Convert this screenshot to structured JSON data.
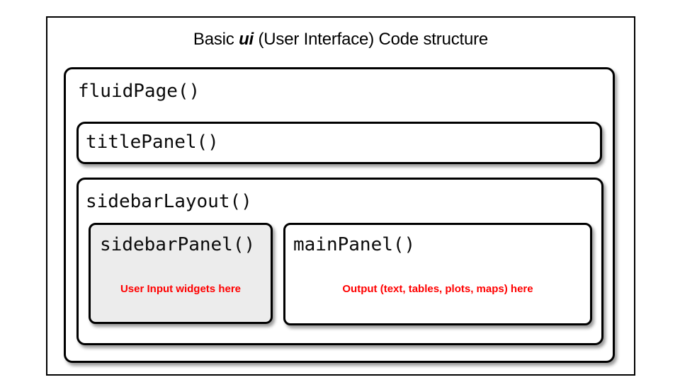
{
  "slide": {
    "title": {
      "prefix": "Basic ",
      "emphasis": "ui",
      "suffix": " (User Interface) Code structure"
    }
  },
  "diagram": {
    "fluid_page": {
      "label": "fluidPage()"
    },
    "title_panel": {
      "label": "titlePanel()"
    },
    "sidebar_layout": {
      "label": "sidebarLayout()"
    },
    "sidebar_panel": {
      "label": "sidebarPanel()",
      "note": "User Input widgets here"
    },
    "main_panel": {
      "label": "mainPanel()",
      "note": "Output (text, tables, plots, maps) here"
    }
  },
  "colors": {
    "border": "#000000",
    "note_red": "#ff0000",
    "sidebar_panel_fill": "#ececec",
    "background": "#ffffff"
  }
}
